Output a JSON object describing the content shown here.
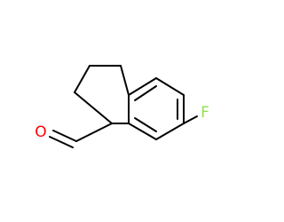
{
  "molecule": {
    "atoms": [
      {
        "id": "O",
        "label": "O",
        "color": "#ff0000"
      },
      {
        "id": "F",
        "label": "F",
        "color": "#90e050"
      }
    ],
    "bond_color": "#000000",
    "background": "#ffffff"
  }
}
